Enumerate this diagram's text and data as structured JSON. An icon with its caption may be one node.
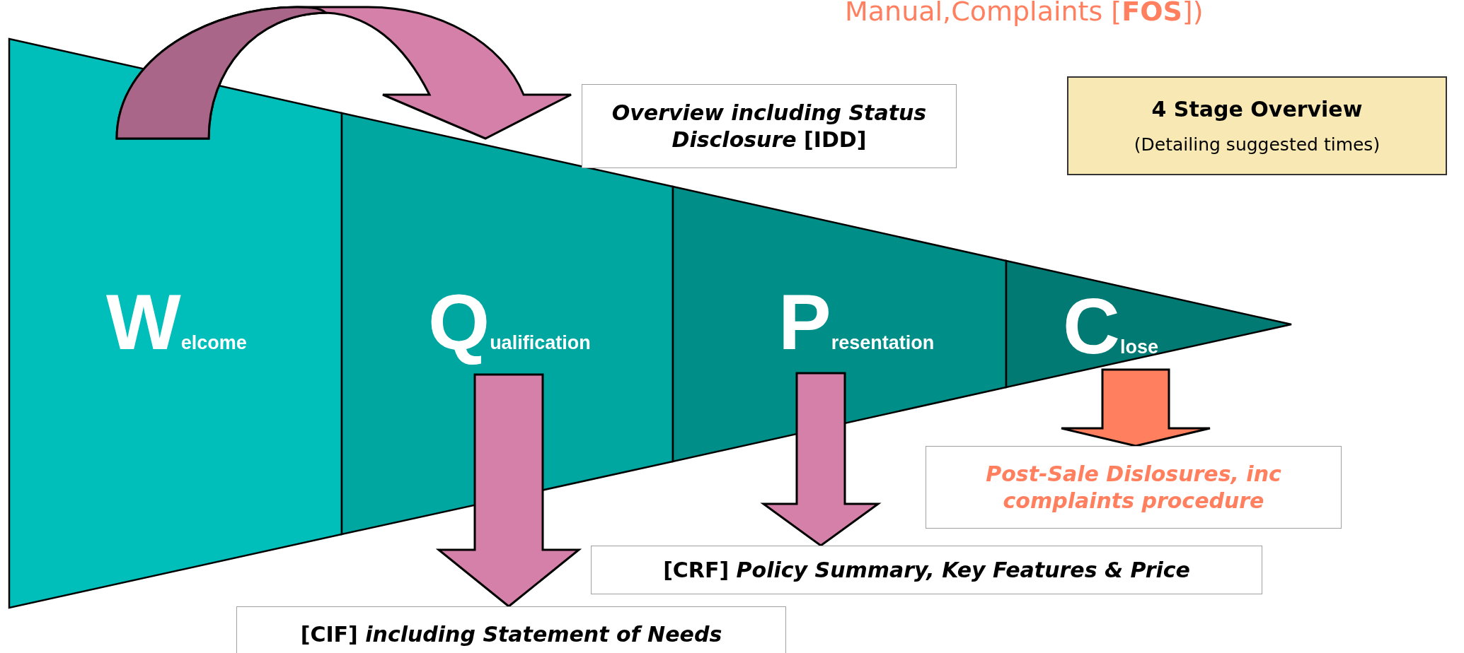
{
  "diagram": {
    "nodes": [
      {
        "text": [
          "Welcome"
        ]
      },
      {
        "text": [
          "Qualification"
        ]
      },
      {
        "text": [
          "Presentation"
        ]
      },
      {
        "text": [
          "Close"
        ]
      },
      {
        "text": [
          "*Overview including Status Disclosure* [IDD]"
        ]
      },
      {
        "text": [
          "4 Stage Overview",
          "(Detailing suggested times)"
        ]
      },
      {
        "text": [
          "[CIF] *including Statement of Needs*"
        ]
      },
      {
        "text": [
          "[CRF] *Policy Summary, Key Features & Price*"
        ]
      },
      {
        "text": [
          "Post-Sale Dislosures, inc complaints procedure"
        ]
      }
    ],
    "edges": [
      {
        "from": 0,
        "to": 4,
        "arrow": "to"
      },
      {
        "from": 1,
        "to": 6,
        "arrow": "to"
      },
      {
        "from": 2,
        "to": 7,
        "arrow": "to"
      },
      {
        "from": 3,
        "to": 8,
        "arrow": "to",
        "color": "#ff7f5f"
      }
    ],
    "labels": [
      "Manual,Complaints [**FOS**])"
    ]
  }
}
